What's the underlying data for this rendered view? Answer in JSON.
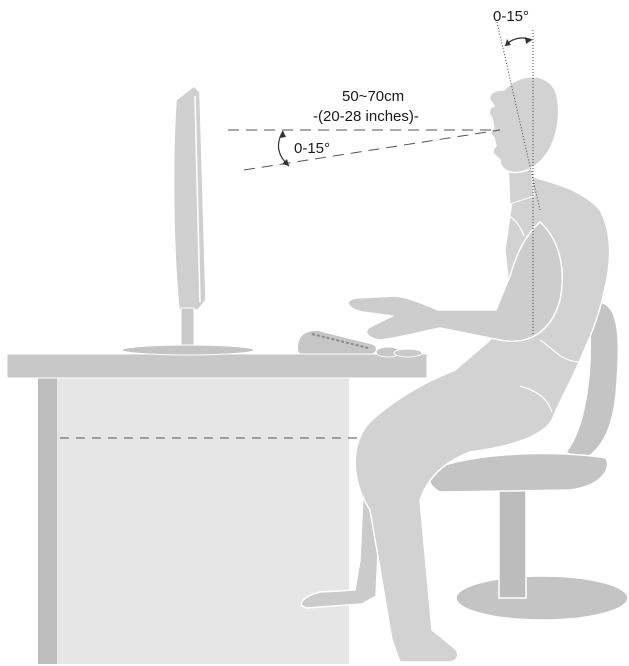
{
  "labels": {
    "head_tilt": "0-15°",
    "distance_metric": "50~70cm",
    "distance_imperial": "-(20-28 inches)-",
    "gaze_angle": "0-15°"
  },
  "colors": {
    "figure_fill": "#d2d2d2",
    "figure_stroke": "#ffffff",
    "desk_top": "#c8c8c8",
    "desk_side": "#bdbdbd",
    "desk_front": "#e6e6e6",
    "chair": "#c4c4c4",
    "guide_line": "#555555",
    "text": "#1a1a1a"
  }
}
